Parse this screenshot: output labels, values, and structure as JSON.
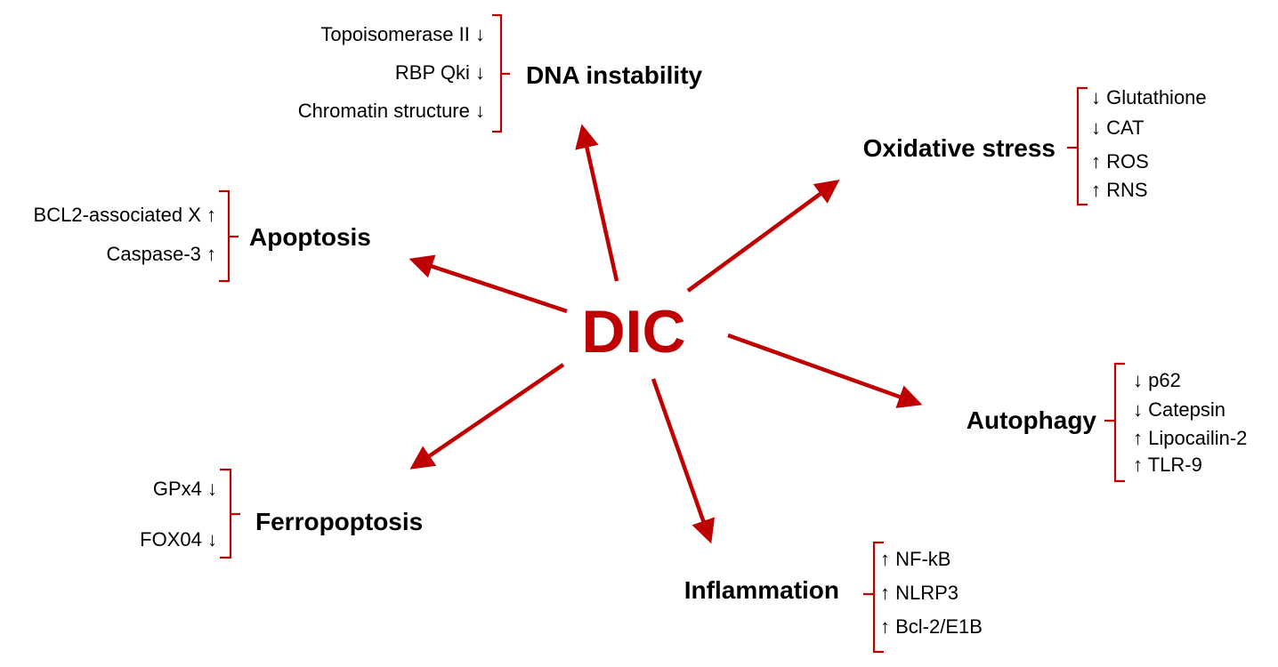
{
  "colors": {
    "accent": "#c00000",
    "text": "#000000",
    "background": "#ffffff"
  },
  "center": {
    "label": "DIC"
  },
  "groups": [
    {
      "id": "dna-instability",
      "title": "DNA instability",
      "items": [
        {
          "label": "Topoisomerase II",
          "direction": "↓"
        },
        {
          "label": "RBP Qki",
          "direction": "↓"
        },
        {
          "label": "Chromatin structure",
          "direction": "↓"
        }
      ]
    },
    {
      "id": "oxidative-stress",
      "title": "Oxidative stress",
      "items": [
        {
          "label": "Glutathione",
          "direction": "↓"
        },
        {
          "label": "CAT",
          "direction": "↓"
        },
        {
          "label": "ROS",
          "direction": "↑"
        },
        {
          "label": "RNS",
          "direction": "↑"
        }
      ]
    },
    {
      "id": "apoptosis",
      "title": "Apoptosis",
      "items": [
        {
          "label": "BCL2-associated X",
          "direction": "↑"
        },
        {
          "label": "Caspase-3",
          "direction": "↑"
        }
      ]
    },
    {
      "id": "autophagy",
      "title": "Autophagy",
      "items": [
        {
          "label": "p62",
          "direction": "↓"
        },
        {
          "label": "Catepsin",
          "direction": "↓"
        },
        {
          "label": "Lipocailin-2",
          "direction": "↑"
        },
        {
          "label": "TLR-9",
          "direction": "↑"
        }
      ]
    },
    {
      "id": "ferropoptosis",
      "title": "Ferropoptosis",
      "items": [
        {
          "label": "GPx4",
          "direction": "↓"
        },
        {
          "label": "FOX04",
          "direction": "↓"
        }
      ]
    },
    {
      "id": "inflammation",
      "title": "Inflammation",
      "items": [
        {
          "label": "NF-kB",
          "direction": "↑"
        },
        {
          "label": "NLRP3",
          "direction": "↑"
        },
        {
          "label": "Bcl-2/E1B",
          "direction": "↑"
        }
      ]
    }
  ]
}
